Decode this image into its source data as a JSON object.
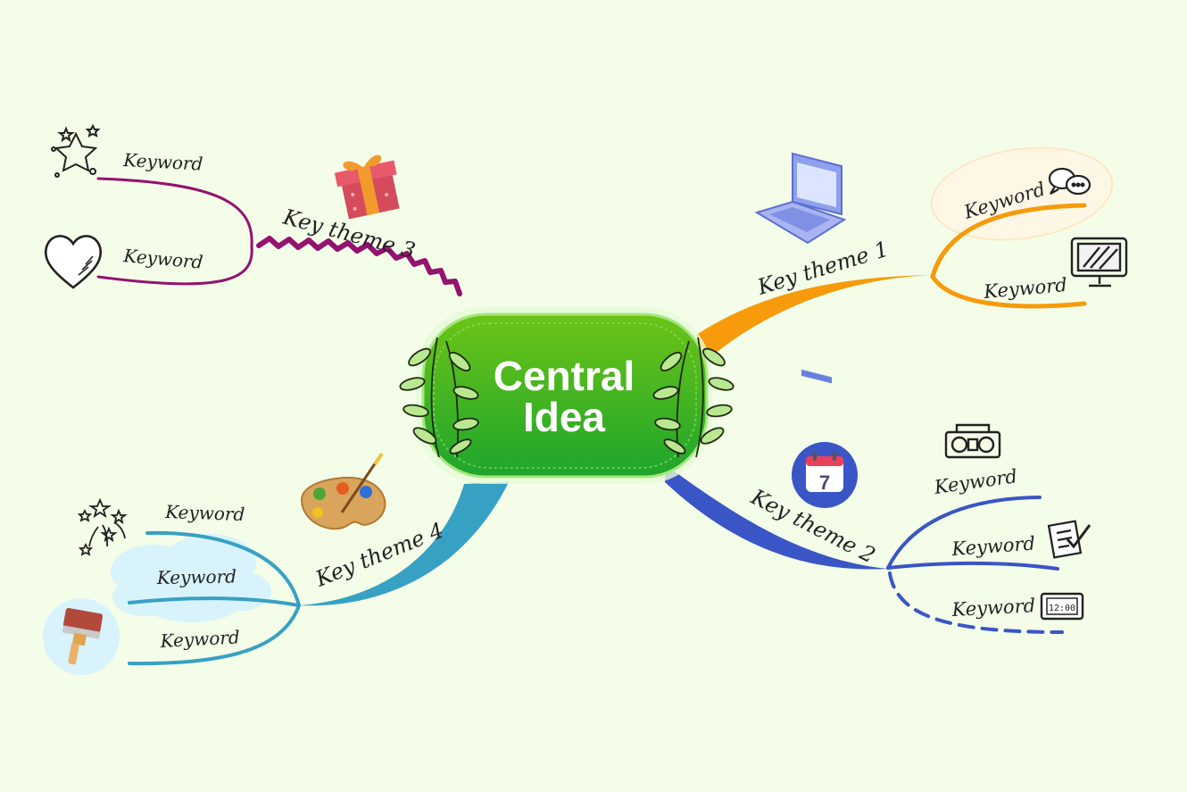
{
  "central": {
    "line1": "Central",
    "line2": "Idea"
  },
  "colors": {
    "background": "#f4fde8",
    "central_top": "#6cc417",
    "central_bottom": "#1ea52c",
    "theme1": "#f79a0b",
    "theme2": "#3a55c6",
    "theme3": "#93136f",
    "theme4": "#37a1c4"
  },
  "themes": [
    {
      "label": "Key theme 1",
      "keywords": [
        "Keyword",
        "Keyword"
      ],
      "icons": [
        "laptop-icon",
        "chat-bubbles-icon",
        "monitor-icon"
      ]
    },
    {
      "label": "Key theme 2",
      "keywords": [
        "Keyword",
        "Keyword",
        "Keyword"
      ],
      "icons": [
        "calendar-icon",
        "radio-icon",
        "checklist-icon",
        "digital-clock-icon"
      ]
    },
    {
      "label": "Key theme 3",
      "keywords": [
        "Keyword",
        "Keyword"
      ],
      "icons": [
        "gift-icon",
        "stars-icon",
        "heart-icon"
      ]
    },
    {
      "label": "Key theme 4",
      "keywords": [
        "Keyword",
        "Keyword",
        "Keyword"
      ],
      "icons": [
        "palette-icon",
        "fireworks-icon",
        "paint-brush-icon"
      ]
    }
  ],
  "calendar_icon_text": "7",
  "clock_icon_text": "12:00"
}
